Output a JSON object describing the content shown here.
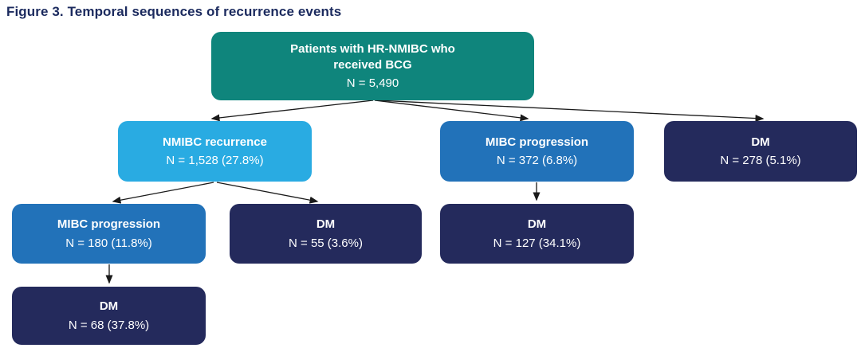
{
  "figure": {
    "title": "Figure 3. Temporal sequences of recurrence events"
  },
  "colors": {
    "title_text": "#1B2A5E",
    "teal": "#0F857C",
    "light_blue": "#29ABE2",
    "blue": "#2272B9",
    "navy": "#242A5C",
    "arrow": "#1a1a1a",
    "node_text": "#ffffff"
  },
  "nodes": {
    "root": {
      "label": "Patients with HR-NMIBC who received BCG",
      "value": "N = 5,490",
      "color": "teal"
    },
    "nmibc_recurrence": {
      "label": "NMIBC recurrence",
      "value": "N = 1,528 (27.8%)",
      "color": "light_blue"
    },
    "mibc_progression_primary": {
      "label": "MIBC progression",
      "value": "N = 372 (6.8%)",
      "color": "blue"
    },
    "dm_primary": {
      "label": "DM",
      "value": "N = 278 (5.1%)",
      "color": "navy"
    },
    "mibc_progression_after_recurrence": {
      "label": "MIBC progression",
      "value": "N = 180 (11.8%)",
      "color": "blue"
    },
    "dm_after_recurrence": {
      "label": "DM",
      "value": "N = 55 (3.6%)",
      "color": "navy"
    },
    "dm_after_mibc_progression": {
      "label": "DM",
      "value": "N = 127 (34.1%)",
      "color": "navy"
    },
    "dm_after_recurrence_and_progression": {
      "label": "DM",
      "value": "N = 68 (37.8%)",
      "color": "navy"
    }
  },
  "edges": [
    {
      "from": "root",
      "to": "nmibc_recurrence"
    },
    {
      "from": "root",
      "to": "mibc_progression_primary"
    },
    {
      "from": "root",
      "to": "dm_primary"
    },
    {
      "from": "nmibc_recurrence",
      "to": "mibc_progression_after_recurrence"
    },
    {
      "from": "nmibc_recurrence",
      "to": "dm_after_recurrence"
    },
    {
      "from": "mibc_progression_primary",
      "to": "dm_after_mibc_progression"
    },
    {
      "from": "mibc_progression_after_recurrence",
      "to": "dm_after_recurrence_and_progression"
    }
  ]
}
